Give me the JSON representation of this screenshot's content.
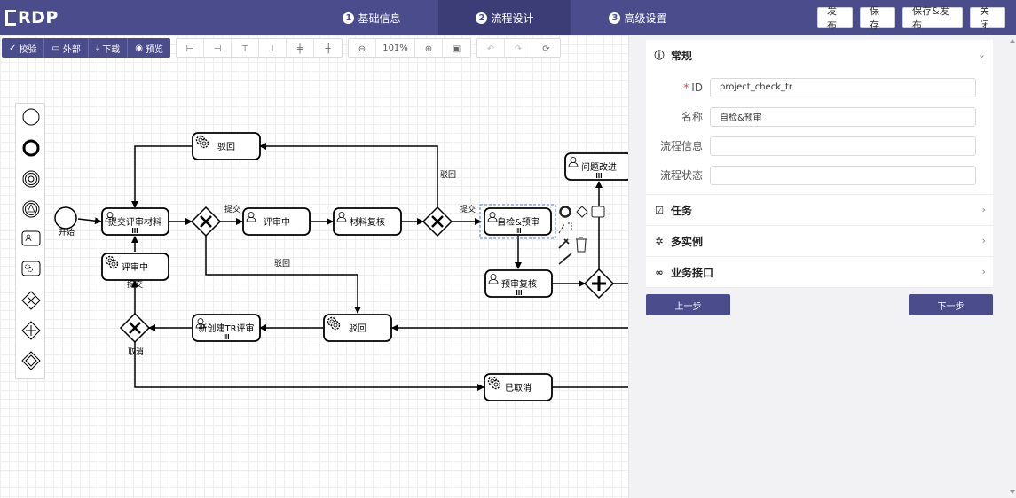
{
  "header": {
    "logo": "RDP",
    "steps": [
      {
        "num": "1",
        "label": "基础信息",
        "active": false
      },
      {
        "num": "2",
        "label": "流程设计",
        "active": true
      },
      {
        "num": "3",
        "label": "高级设置",
        "active": false
      }
    ],
    "buttons": {
      "publish": "发布",
      "save": "保存",
      "save_publish": "保存&发布",
      "close": "关闭"
    }
  },
  "toolbar": {
    "validate": "校验",
    "external": "外部",
    "download": "下载",
    "preview": "预览",
    "zoom": "101%"
  },
  "palette": [
    "start-event",
    "end-event",
    "intermediate-event",
    "signal-event",
    "user-task",
    "service-task",
    "exclusive-gateway",
    "parallel-gateway",
    "inclusive-gateway"
  ],
  "diagram": {
    "tasks": {
      "reject_top": "驳回",
      "submit_material": "提交评审材料",
      "reviewing": "评审中",
      "material_recheck": "材料复核",
      "self_check": "自检&预审",
      "issue_improve": "问题改进",
      "pre_recheck": "预审复核",
      "reviewing_left": "评审中",
      "new_tr_review": "新创建TR评审",
      "reject_mid": "驳回",
      "cancelled": "已取消"
    },
    "labels": {
      "start": "开始",
      "submit1": "提交",
      "submit2": "提交",
      "reject1": "驳回",
      "reject2": "驳回",
      "submit3": "提交",
      "cancel": "取消"
    }
  },
  "panel": {
    "general": {
      "title": "常规",
      "id_label": "ID",
      "id_value": "project_check_tr",
      "name_label": "名称",
      "name_value": "自检&预审",
      "flow_info_label": "流程信息",
      "flow_info_value": "",
      "flow_status_label": "流程状态",
      "flow_status_value": ""
    },
    "sections": {
      "task": "任务",
      "multi_instance": "多实例",
      "business_api": "业务接口"
    },
    "prev": "上一步",
    "next": "下一步"
  },
  "colors": {
    "primary": "#4b4c8c",
    "header_active": "#3c3d77",
    "selection": "#4a7fd6"
  }
}
